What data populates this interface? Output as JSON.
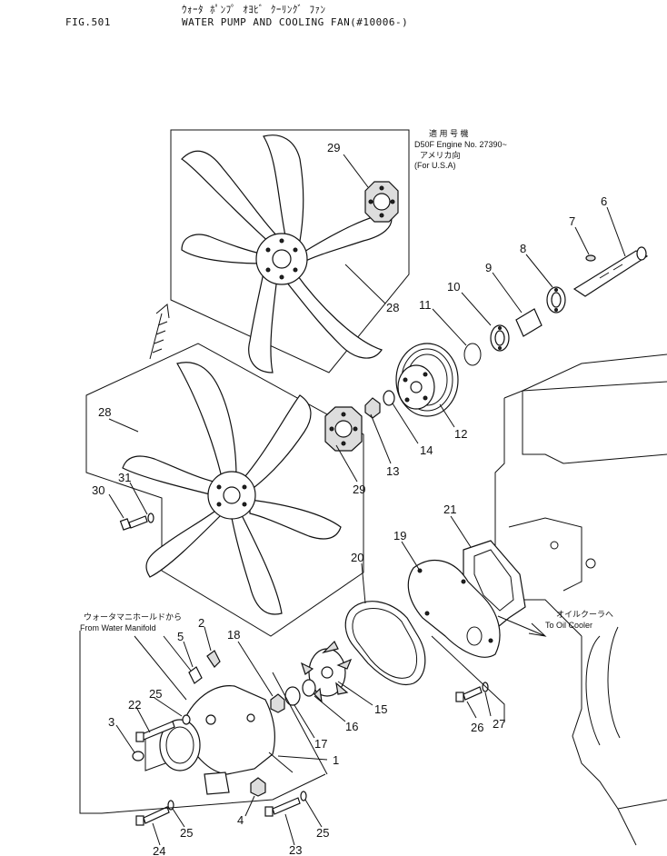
{
  "header": {
    "jp_title": "ｳｫｰﾀ ﾎﾟﾝﾌﾟ ｵﾖﾋﾞ ｸｰﾘﾝｸﾞ ﾌｧﾝ",
    "fig_no": "FIG.501",
    "title": "WATER PUMP AND COOLING FAN(#10006-)"
  },
  "notes": {
    "applicable_jp": "適 用 号 機",
    "engine_no": "D50F Engine No. 27390~",
    "usa_jp": "アメリカ向",
    "usa": "(For U.S.A)",
    "manifold_jp": "ウォータマニホールドから",
    "manifold": "From Water Manifold",
    "oil_cooler_jp": "オイルクーラへ",
    "oil_cooler": "To Oil Cooler"
  },
  "callouts": [
    {
      "id": "c29a",
      "label": "29"
    },
    {
      "id": "c28a",
      "label": "28"
    },
    {
      "id": "c6",
      "label": "6"
    },
    {
      "id": "c7",
      "label": "7"
    },
    {
      "id": "c8",
      "label": "8"
    },
    {
      "id": "c9",
      "label": "9"
    },
    {
      "id": "c10",
      "label": "10"
    },
    {
      "id": "c11",
      "label": "11"
    },
    {
      "id": "c12",
      "label": "12"
    },
    {
      "id": "c13",
      "label": "13"
    },
    {
      "id": "c14",
      "label": "14"
    },
    {
      "id": "c28b",
      "label": "28"
    },
    {
      "id": "c29b",
      "label": "29"
    },
    {
      "id": "c31",
      "label": "31"
    },
    {
      "id": "c30",
      "label": "30"
    },
    {
      "id": "c21",
      "label": "21"
    },
    {
      "id": "c19",
      "label": "19"
    },
    {
      "id": "c20",
      "label": "20"
    },
    {
      "id": "c2",
      "label": "2"
    },
    {
      "id": "c5",
      "label": "5"
    },
    {
      "id": "c18",
      "label": "18"
    },
    {
      "id": "c15",
      "label": "15"
    },
    {
      "id": "c16",
      "label": "16"
    },
    {
      "id": "c17",
      "label": "17"
    },
    {
      "id": "c1",
      "label": "1"
    },
    {
      "id": "c22",
      "label": "22"
    },
    {
      "id": "c25a",
      "label": "25"
    },
    {
      "id": "c3",
      "label": "3"
    },
    {
      "id": "c26",
      "label": "26"
    },
    {
      "id": "c27",
      "label": "27"
    },
    {
      "id": "c4",
      "label": "4"
    },
    {
      "id": "c25b",
      "label": "25"
    },
    {
      "id": "c25c",
      "label": "25"
    },
    {
      "id": "c24",
      "label": "24"
    },
    {
      "id": "c23",
      "label": "23"
    }
  ]
}
